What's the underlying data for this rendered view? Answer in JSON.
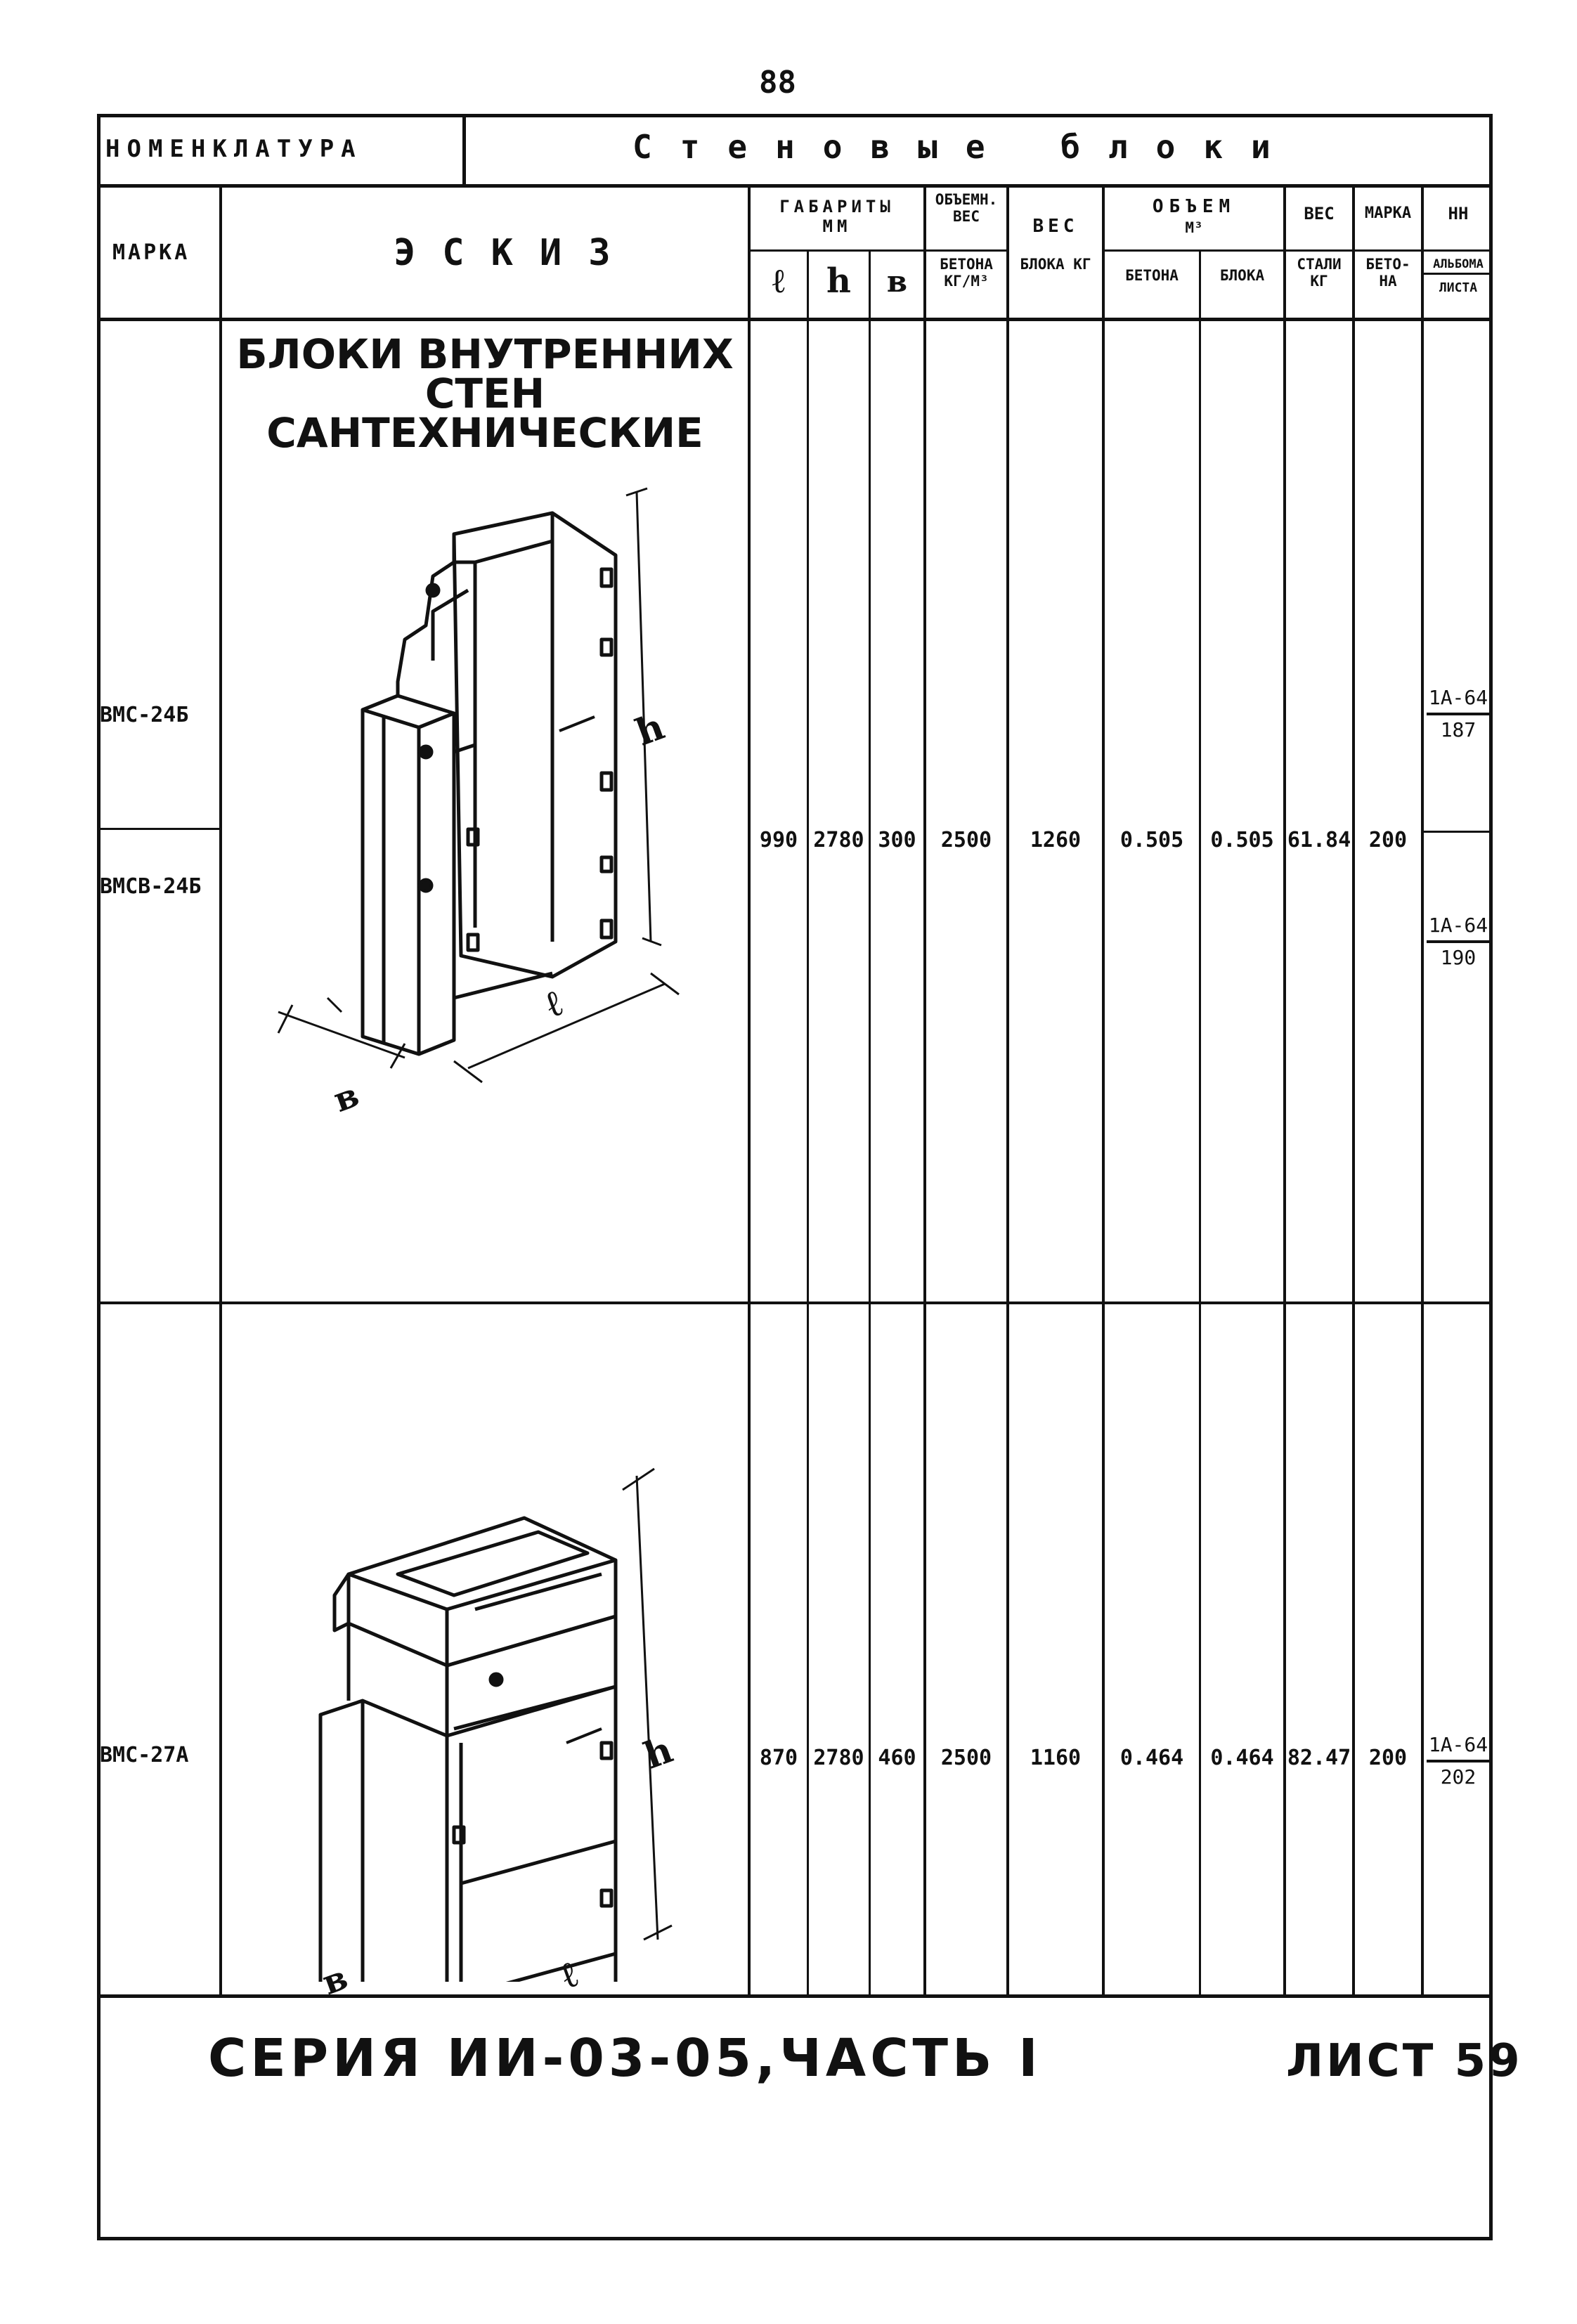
{
  "page_number": "88",
  "header": {
    "nomenclature_label": "НОМЕНКЛАТУРА",
    "section_title": "Стеновые блоки"
  },
  "columns": {
    "marka": "МАРКА",
    "eskiz": "ЭСКИЗ",
    "gabarity": "ГАБАРИТЫ",
    "gabarity_unit": "ММ",
    "l": "ℓ",
    "h": "h",
    "b": "в",
    "obem_ves": "ОБЪЕМН. ВЕС",
    "obem_ves_sub": "БЕТОНА КГ/М³",
    "ves_bloka": "ВЕС",
    "ves_bloka_sub": "БЛОКА КГ",
    "obem": "ОБЪЕМ",
    "obem_unit": "М³",
    "obem_betona": "БЕТОНА",
    "obem_bloka": "БЛОКА",
    "ves_stali": "ВЕС",
    "ves_stali_sub": "СТАЛИ КГ",
    "marka_betona": "МАРКА",
    "marka_betona_sub": "БЕТО- НА",
    "nn": "НН",
    "nn_sub1": "АЛЬБОМА",
    "nn_sub2": "ЛИСТА"
  },
  "section_heading": "БЛОКИ ВНУТРЕННИХ СТЕН САНТЕХНИЧЕСКИЕ",
  "rows": [
    {
      "marks": [
        "ВМС-24Б",
        "ВМСВ-24Б"
      ],
      "l": "990",
      "h": "2780",
      "b": "300",
      "obem_ves": "2500",
      "ves_bloka": "1260",
      "obem_betona": "0.505",
      "obem_bloka": "0.505",
      "ves_stali": "61.84",
      "marka_betona": "200",
      "albums": [
        {
          "album": "1А-64",
          "sheet": "187"
        },
        {
          "album": "1А-64",
          "sheet": "190"
        }
      ]
    },
    {
      "marks": [
        "ВМС-27А"
      ],
      "l": "870",
      "h": "2780",
      "b": "460",
      "obem_ves": "2500",
      "ves_bloka": "1160",
      "obem_betona": "0.464",
      "obem_bloka": "0.464",
      "ves_stali": "82.47",
      "marka_betona": "200",
      "albums": [
        {
          "album": "1А-64",
          "sheet": "202"
        }
      ]
    }
  ],
  "sketch_dims": {
    "h": "h",
    "l": "ℓ",
    "b": "в"
  },
  "footer": {
    "series": "СЕРИЯ ИИ-03-05,ЧАСТЬ I",
    "sheet": "ЛИСТ 59"
  }
}
